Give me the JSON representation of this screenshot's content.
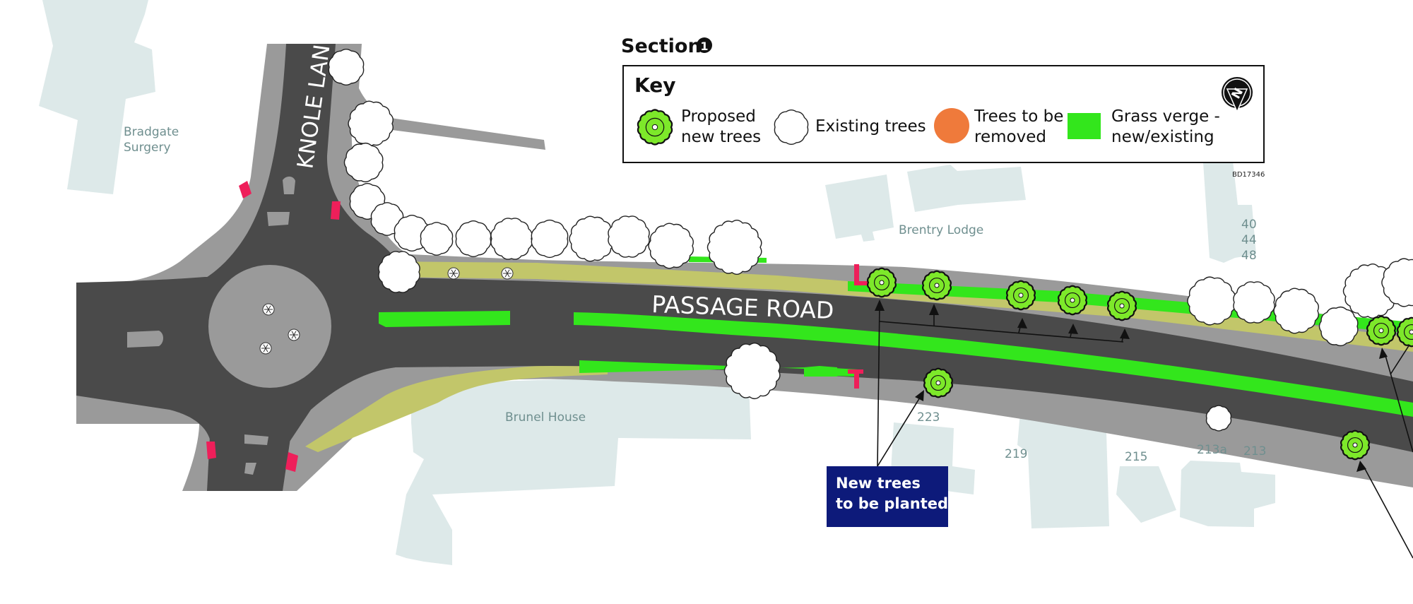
{
  "section": {
    "title": "Section",
    "number_glyph": "❶"
  },
  "key": {
    "title": "Key",
    "items": [
      {
        "line1": "Proposed",
        "line2": "new trees",
        "symbol": "proposed-tree-icon"
      },
      {
        "line1": "Existing trees",
        "line2": "",
        "symbol": "existing-tree-icon"
      },
      {
        "line1": "Trees to be",
        "line2": "removed",
        "symbol": "removed-tree-icon"
      },
      {
        "line1": "Grass verge -",
        "line2": "new/existing",
        "symbol": "grass-verge-swatch"
      }
    ],
    "compass": "north-arrow-icon"
  },
  "ref_code": "BD17346",
  "roads": {
    "knole_lane": "KNOLE LANE",
    "passage_road": "PASSAGE ROAD"
  },
  "buildings": {
    "bradgate_line1": "Bradgate",
    "bradgate_line2": "Surgery",
    "brentry_lodge": "Brentry Lodge",
    "brunel_house": "Brunel House"
  },
  "house_numbers": [
    "40",
    "44",
    "48",
    "223",
    "219",
    "215",
    "213a",
    "213"
  ],
  "callout": {
    "line1": "New trees",
    "line2": "to be planted"
  },
  "colors": {
    "road": "#4a4a4a",
    "pavement": "#9a9a9a",
    "grass": "#33e61c",
    "shared_path": "#c2c66a",
    "building": "#dde9e9",
    "proposed_tree": "#7de82a",
    "removed_tree": "#ef7a3b",
    "crossing_marker": "#ee1f5a",
    "callout_bg": "#0d1a7a"
  }
}
